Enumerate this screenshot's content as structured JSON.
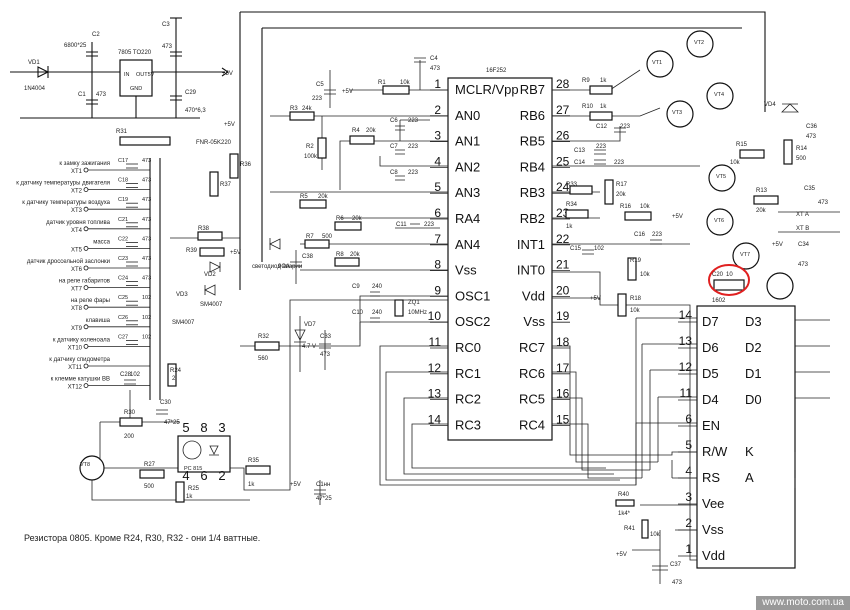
{
  "mcu": {
    "name": "16F252",
    "left_pins": [
      {
        "num": "1",
        "label": "MCLR/Vpp"
      },
      {
        "num": "2",
        "label": "AN0"
      },
      {
        "num": "3",
        "label": "AN1"
      },
      {
        "num": "4",
        "label": "AN2"
      },
      {
        "num": "5",
        "label": "AN3"
      },
      {
        "num": "6",
        "label": "RA4"
      },
      {
        "num": "7",
        "label": "AN4"
      },
      {
        "num": "8",
        "label": "Vss"
      },
      {
        "num": "9",
        "label": "OSC1"
      },
      {
        "num": "10",
        "label": "OSC2"
      },
      {
        "num": "11",
        "label": "RC0"
      },
      {
        "num": "12",
        "label": "RC1"
      },
      {
        "num": "13",
        "label": "RC2"
      },
      {
        "num": "14",
        "label": "RC3"
      }
    ],
    "right_pins": [
      {
        "num": "28",
        "label": "RB7"
      },
      {
        "num": "27",
        "label": "RB6"
      },
      {
        "num": "26",
        "label": "RB5"
      },
      {
        "num": "25",
        "label": "RB4"
      },
      {
        "num": "24",
        "label": "RB3"
      },
      {
        "num": "23",
        "label": "RB2"
      },
      {
        "num": "22",
        "label": "INT1"
      },
      {
        "num": "21",
        "label": "INT0"
      },
      {
        "num": "20",
        "label": "Vdd"
      },
      {
        "num": "19",
        "label": "Vss"
      },
      {
        "num": "18",
        "label": "RC7"
      },
      {
        "num": "17",
        "label": "RC6"
      },
      {
        "num": "16",
        "label": "RC5"
      },
      {
        "num": "15",
        "label": "RC4"
      }
    ]
  },
  "lcd": {
    "name": "1602",
    "left_pins": [
      {
        "num": "14",
        "label": "D7"
      },
      {
        "num": "13",
        "label": "D6"
      },
      {
        "num": "12",
        "label": "D5"
      },
      {
        "num": "11",
        "label": "D4"
      },
      {
        "num": "6",
        "label": "EN"
      },
      {
        "num": "5",
        "label": "R/W"
      },
      {
        "num": "4",
        "label": "RS"
      },
      {
        "num": "3",
        "label": "Vee"
      },
      {
        "num": "2",
        "label": "Vss"
      },
      {
        "num": "1",
        "label": "Vdd"
      }
    ],
    "right_labels": [
      "D3",
      "D2",
      "D1",
      "D0",
      "",
      "K",
      "A"
    ]
  },
  "optocoupler": {
    "pins": [
      "5",
      "8",
      "3",
      "2",
      "6",
      "4"
    ],
    "name": "PC 815"
  },
  "connectors": [
    {
      "id": "XT1",
      "desc": "к замку зажигания"
    },
    {
      "id": "XT2",
      "desc": "к датчику температуры двигателя"
    },
    {
      "id": "XT3",
      "desc": "к датчику температуры воздуха"
    },
    {
      "id": "XT4",
      "desc": "датчик уровня топлива"
    },
    {
      "id": "XT5",
      "desc": "масса"
    },
    {
      "id": "XT6",
      "desc": "датчик дроссельной заслонки"
    },
    {
      "id": "XT7",
      "desc": "на реле габаритов"
    },
    {
      "id": "XT8",
      "desc": "на реле фары"
    },
    {
      "id": "XT9",
      "desc": "клавиша"
    },
    {
      "id": "XT10",
      "desc": "к датчику коленоала"
    },
    {
      "id": "XT11",
      "desc": "к датчику спидометра"
    },
    {
      "id": "XT12",
      "desc": "к клемме катушки ВВ"
    }
  ],
  "outputs": {
    "xta": "XT A",
    "xtb": "XT B"
  },
  "labels": {
    "vd1": "VD1",
    "vd1_part": "1N4004",
    "c2": "C2",
    "c2_val": "6800*25",
    "reg": "7805 TO220",
    "reg_in": "IN",
    "reg_out": "OUT5V",
    "reg_gnd": "GND",
    "c3": "C3",
    "c3_val": "473",
    "c1": "C1",
    "c1_val": "473",
    "c29": "C29",
    "c29_val": "470*6,3",
    "vplus": "+5V",
    "r1": "R1",
    "r1_val": "10k",
    "c4": "C4",
    "c4_val": "473",
    "c5": "C5",
    "c5_val": "223",
    "r3": "R3",
    "r3_val": "24k",
    "r2": "R2",
    "r2_val": "100k",
    "r4": "R4",
    "r4_val": "20k",
    "c6": "C6",
    "c6_val": "223",
    "c7": "C7",
    "c7_val": "223",
    "c8": "C8",
    "c8_val": "223",
    "r5": "R5",
    "r5_val": "20k",
    "r6": "R6",
    "r6_val": "20k",
    "c11": "C11",
    "c11_val": "223",
    "r7": "R7",
    "r7_val": "500",
    "r8": "R8",
    "r8_val": "20k",
    "c38": "C38",
    "c9": "C9",
    "c9_val": "240",
    "c10": "C10",
    "c10_val": "240",
    "zq1": "ZQ1",
    "zq1_val": "10MHz",
    "vd7": "VD7",
    "vd7_val": "4.7 V",
    "c33": "C33",
    "c33_val": "473",
    "r32": "R32",
    "r32_val": "560",
    "r31": "R31",
    "r31_part": "FNR-05K220",
    "r36": "R36",
    "r37": "R37",
    "r38": "R38",
    "r39": "R39",
    "r_1k": "1k",
    "vd2": "VD2",
    "vd3": "VD3",
    "vd2_part": "SM4007",
    "vd3_part": "SM4007",
    "vd5_label": "светодиод аварии",
    "c_9ua": "9ОА",
    "r24": "R24",
    "r24_val": "2",
    "r30": "R30",
    "r30_val": "200",
    "c30": "C30",
    "c30_val": "47*25",
    "r27": "R27",
    "r27_val": "500",
    "r25": "R25",
    "r25_val": "1k",
    "vt8": "VT8",
    "c28": "C28",
    "c28_val": "102",
    "r35": "R35",
    "r35_val": "1k",
    "c_uni": "C1нн",
    "c_uni_val": "47*25",
    "r9": "R9",
    "r9_val": "1k",
    "r10": "R10",
    "r10_val": "1k",
    "c12": "C12",
    "c12_val": "223",
    "c13": "C13",
    "c13_val": "223",
    "c14": "C14",
    "c14_val": "223",
    "r33": "R33",
    "r17": "R17",
    "r17_val": "20k",
    "r16": "R16",
    "r16_val": "10k",
    "r34": "R34",
    "r_1k2": "1k",
    "c15": "C15",
    "c15_val": "102",
    "c16": "C16",
    "c16_val": "223",
    "r19": "R19",
    "r19_val": "10k",
    "r18": "R18",
    "r18_val": "10k",
    "r15": "R15",
    "r15_val": "10k",
    "r14": "R14",
    "r14_val": "500",
    "r13": "R13",
    "r13_val": "20k",
    "c35": "C35",
    "c35_val": "473",
    "c34": "C34",
    "c34_val": "473",
    "vd4": "VD4",
    "c36": "C36",
    "c36_val": "473",
    "c20": "C20",
    "c20_val": "10",
    "vt1": "VT1",
    "vt2": "VT2",
    "vt3": "VT3",
    "vt4": "VT4",
    "vt5": "VT5",
    "vt6": "VT6",
    "vt7": "VT7",
    "r40": "R40",
    "r40_val": "1k4*",
    "r41": "R41",
    "r41_val": "10k",
    "c37": "C37",
    "c37_val": "473",
    "c_cap": "473",
    "c_cap2": "102",
    "c17": "C17",
    "c18": "C18",
    "c19": "C19",
    "c21": "C21",
    "c22": "C22",
    "c23": "C23",
    "c24": "C24",
    "c25": "C25",
    "c26": "C26",
    "c27": "C27"
  },
  "note": "Резистора 0805. Кроме R24, R30, R32 - они 1/4 ваттные.",
  "footer": "www.moto.com.ua"
}
